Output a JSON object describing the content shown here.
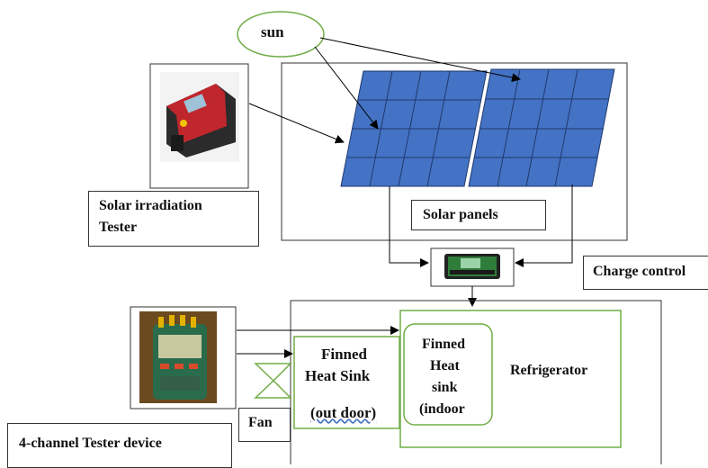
{
  "sun": "sun",
  "solar_tester": [
    "Solar irradiation",
    "Tester"
  ],
  "solar_panels": "Solar panels",
  "charge_control": "Charge control",
  "outdoor_sink": [
    "Finned",
    "Heat Sink",
    "(out door)"
  ],
  "indoor_sink": [
    "Finned",
    "Heat",
    "sink",
    "(indoor"
  ],
  "refrigerator": "Refrigerator",
  "fan": "Fan",
  "tester_device": "4-channel Tester device",
  "colors": {
    "panel_fill": "#4472C4",
    "green_border": "#70AD47",
    "line": "#000000"
  }
}
